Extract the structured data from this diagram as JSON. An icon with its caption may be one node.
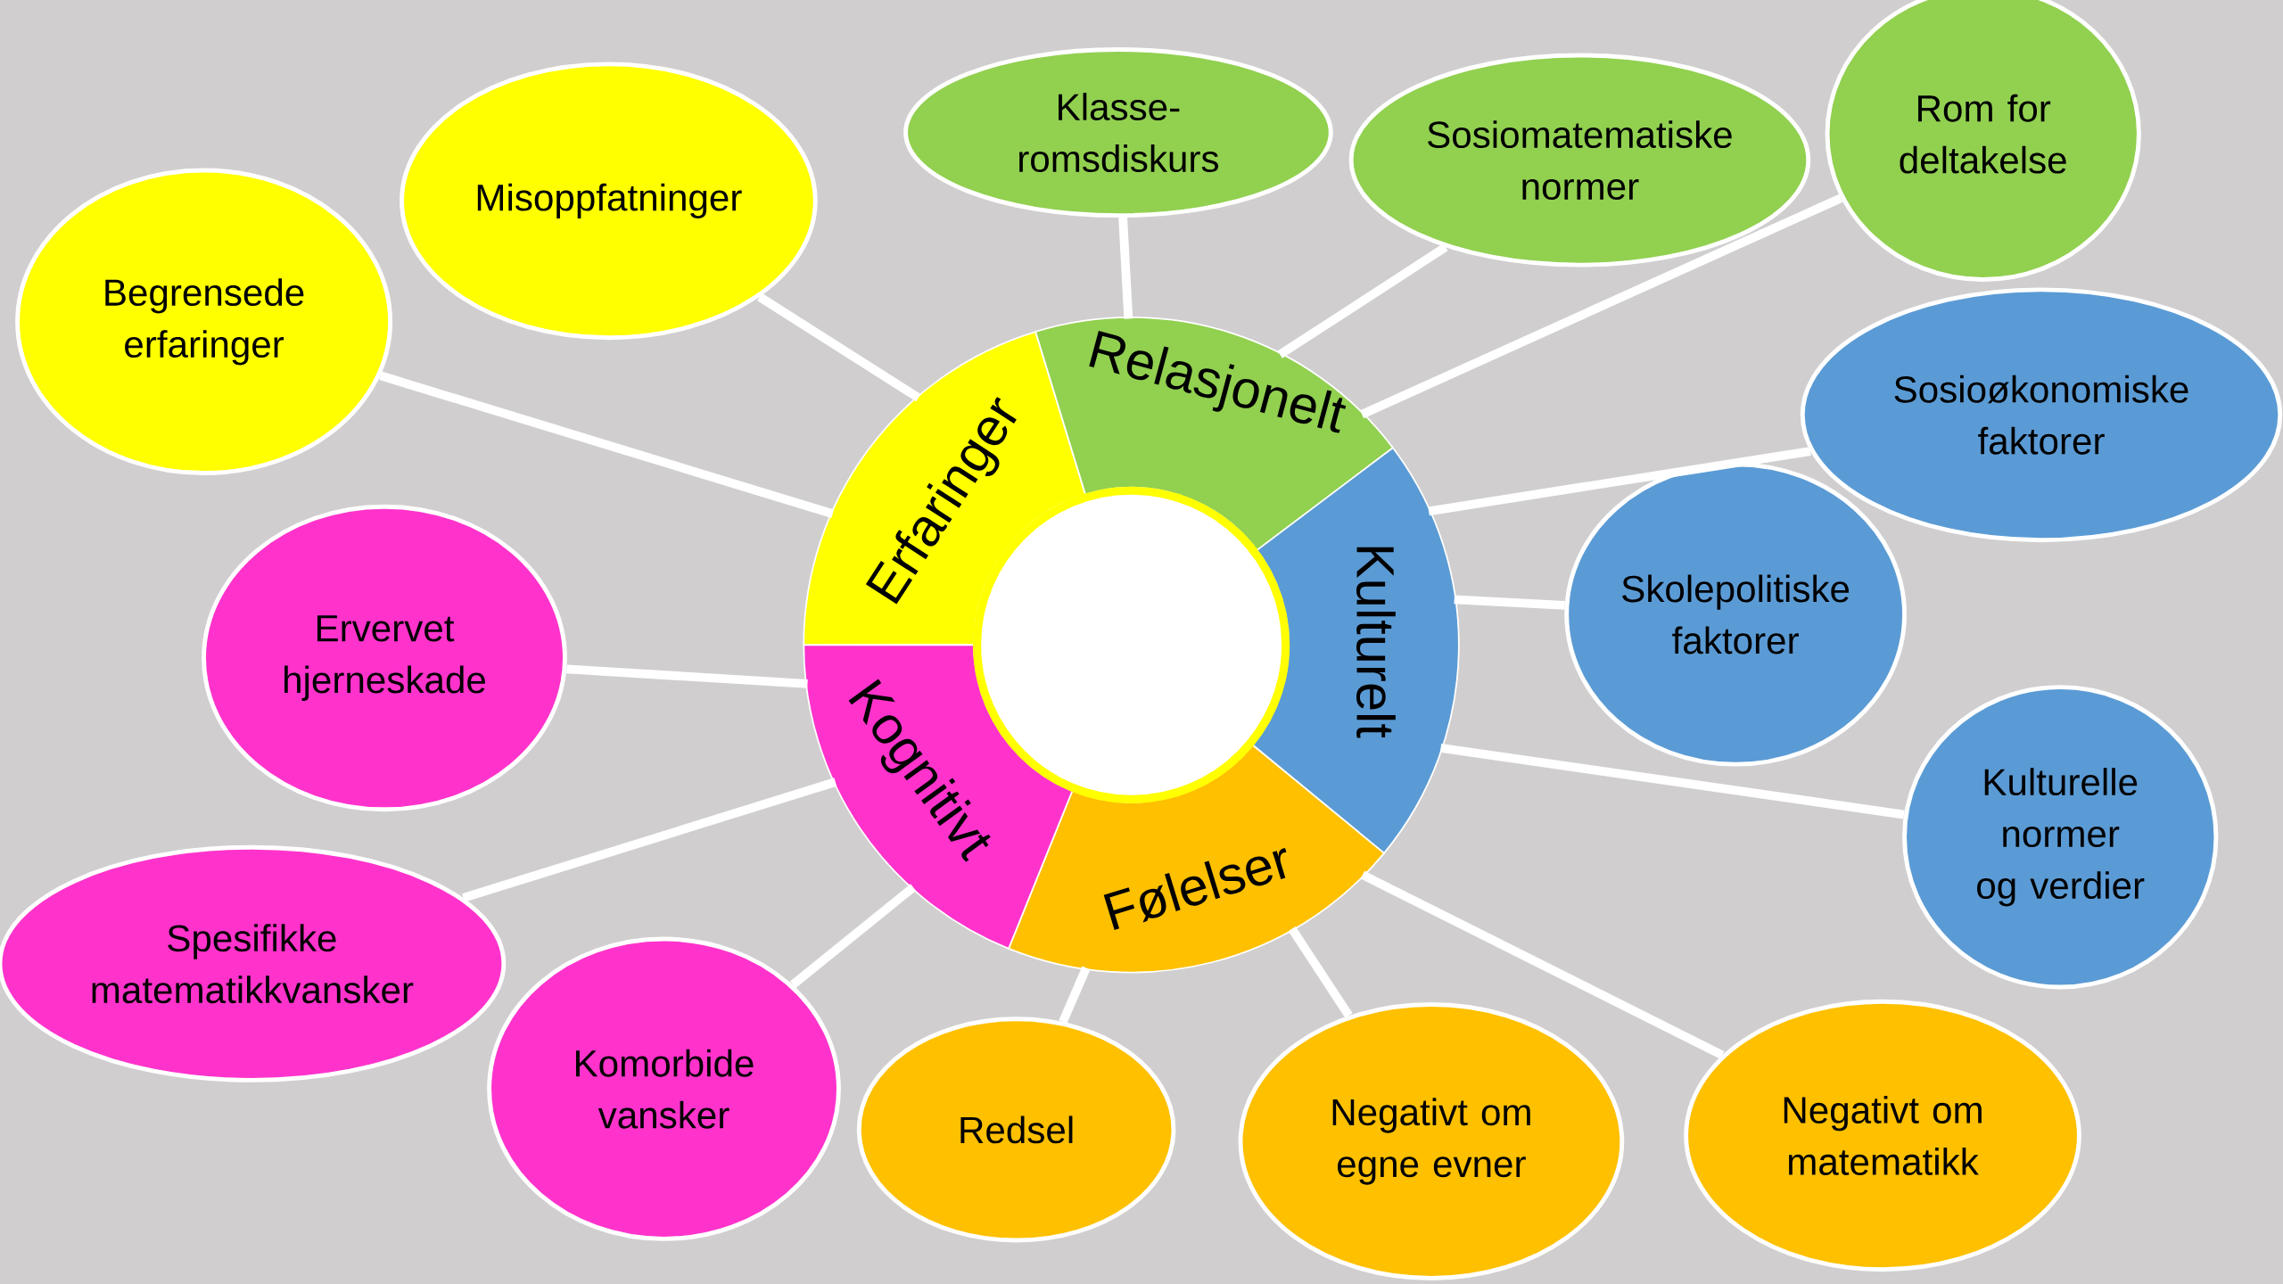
{
  "diagram": {
    "nodes": [
      {
        "text": [
          "Erfaringer"
        ]
      },
      {
        "text": [
          "Relasjonelt"
        ]
      },
      {
        "text": [
          "Kulturelt"
        ]
      },
      {
        "text": [
          "Følelser"
        ]
      },
      {
        "text": [
          "Kognitivt"
        ]
      },
      {
        "text": [
          "Begrensede erfaringer"
        ]
      },
      {
        "text": [
          "Misoppfatninger"
        ]
      },
      {
        "text": [
          "Klasse- romsdiskurs"
        ]
      },
      {
        "text": [
          "Sosiomatematiske normer"
        ]
      },
      {
        "text": [
          "Rom for deltakelse"
        ]
      },
      {
        "text": [
          "Sosioøkonomiske faktorer"
        ]
      },
      {
        "text": [
          "Skolepolitiske faktorer"
        ]
      },
      {
        "text": [
          "Kulturelle normer og verdier"
        ]
      },
      {
        "text": [
          "Negativt om matematikk"
        ]
      },
      {
        "text": [
          "Negativt om egne evner"
        ]
      },
      {
        "text": [
          "Redsel"
        ]
      },
      {
        "text": [
          "Komorbide vansker"
        ]
      },
      {
        "text": [
          "Spesifikke matematikkvansker"
        ]
      },
      {
        "text": [
          "Ervervet hjerneskade"
        ]
      },
      {
        "text": [],
        "shape": "circle"
      }
    ],
    "edges": [
      {
        "from": 0,
        "to": 5,
        "arrow": "none"
      },
      {
        "from": 0,
        "to": 6,
        "arrow": "none"
      },
      {
        "from": 1,
        "to": 7,
        "arrow": "none"
      },
      {
        "from": 1,
        "to": 8,
        "arrow": "none"
      },
      {
        "from": 1,
        "to": 9,
        "arrow": "none"
      },
      {
        "from": 2,
        "to": 10,
        "arrow": "none"
      },
      {
        "from": 2,
        "to": 11,
        "arrow": "none"
      },
      {
        "from": 2,
        "to": 12,
        "arrow": "none"
      },
      {
        "from": 3,
        "to": 13,
        "arrow": "none"
      },
      {
        "from": 3,
        "to": 14,
        "arrow": "none"
      },
      {
        "from": 3,
        "to": 15,
        "arrow": "none"
      },
      {
        "from": 4,
        "to": 16,
        "arrow": "none"
      },
      {
        "from": 4,
        "to": 17,
        "arrow": "none"
      },
      {
        "from": 4,
        "to": 18,
        "arrow": "none"
      }
    ]
  }
}
